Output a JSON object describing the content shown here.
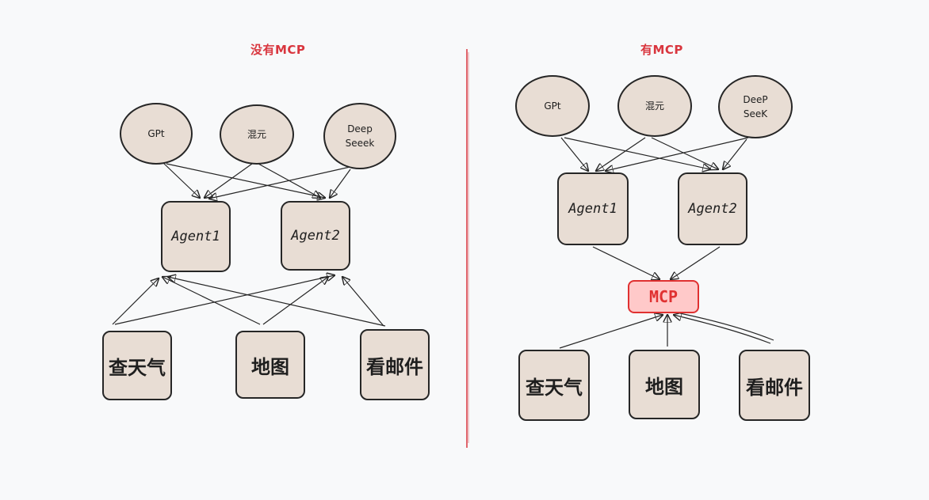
{
  "left": {
    "title": "没有MCP",
    "models": [
      "GPt",
      "混元",
      "Deep\nSeeek"
    ],
    "agents": [
      "Agent1",
      "Agent2"
    ],
    "tools": [
      "查天气",
      "地图",
      "看邮件"
    ]
  },
  "right": {
    "title": "有MCP",
    "models": [
      "GPt",
      "混元",
      "DeeP\nSeeK"
    ],
    "agents": [
      "Agent1",
      "Agent2"
    ],
    "mcp": "MCP",
    "tools": [
      "查天气",
      "地图",
      "看邮件"
    ]
  },
  "colors": {
    "node_fill": "#e8ddd4",
    "stroke": "#262626",
    "title": "#d9363e",
    "divider": "#d9363e",
    "mcp_fill": "#ffc9c9",
    "mcp_stroke": "#e03131"
  }
}
